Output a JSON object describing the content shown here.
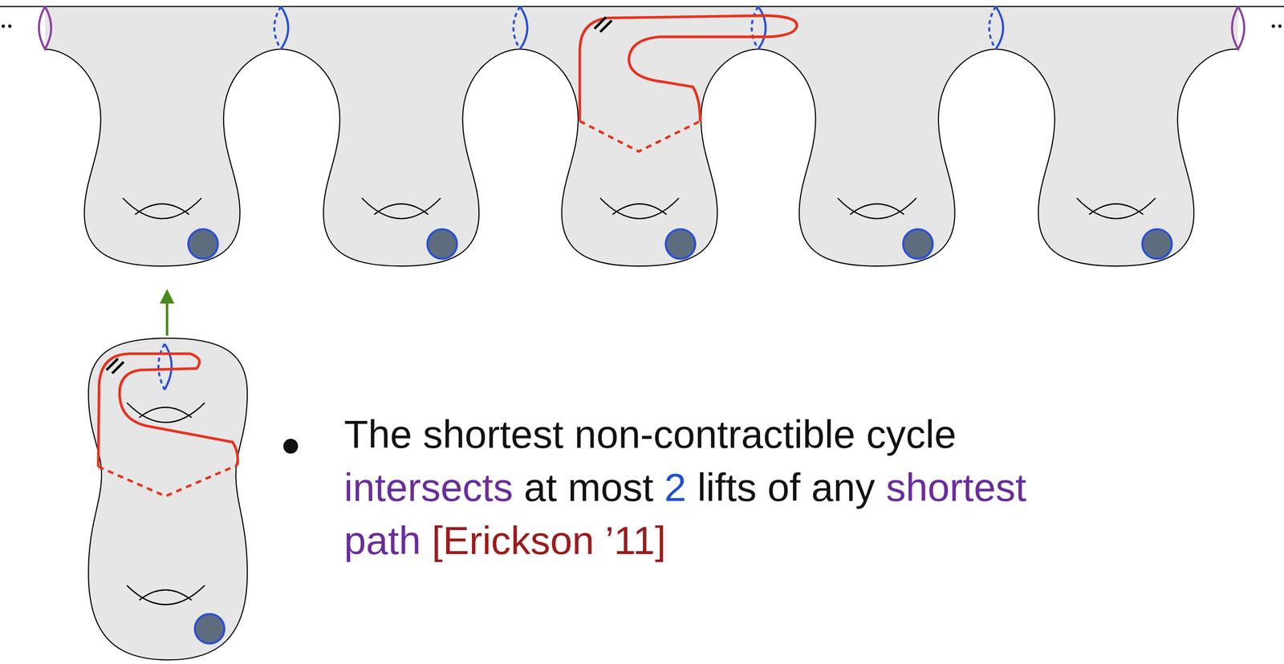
{
  "diagram": {
    "labels": [
      "The shortest non-contractible cycle",
      "intersects",
      "at most",
      "2",
      "lifts of any",
      "shortest path",
      "[Erickson ’11]"
    ]
  }
}
